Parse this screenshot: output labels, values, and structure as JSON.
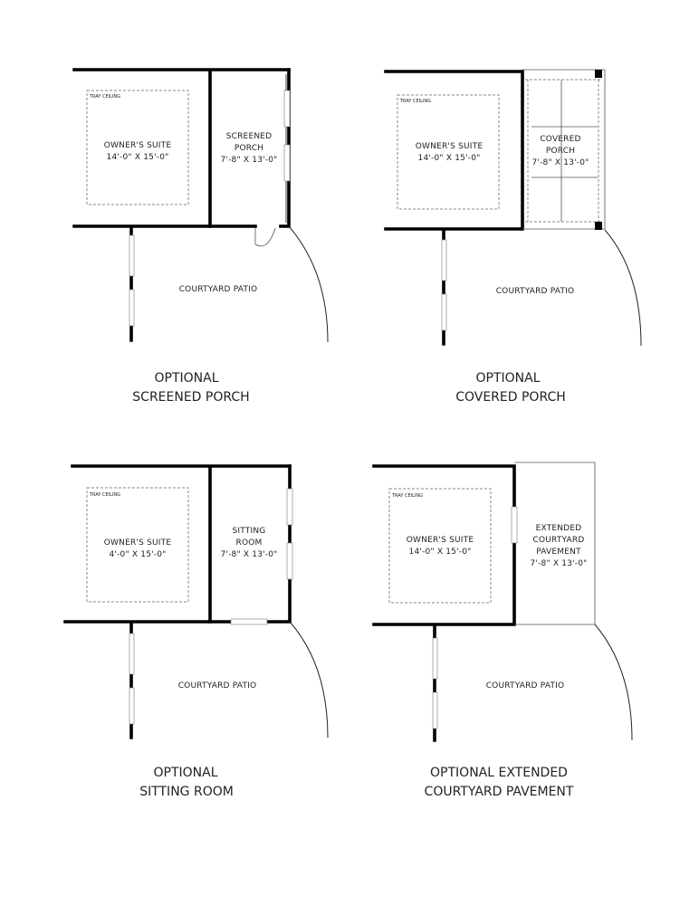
{
  "plans": [
    {
      "rooms": [
        {
          "tray": "TRAY CEILING",
          "lines": [
            "OWNER'S SUITE",
            "14'-0\" X 15'-0\""
          ]
        },
        {
          "lines": [
            "SCREENED",
            "PORCH",
            "7'-8\" X 13'-0\""
          ]
        },
        {
          "lines": [
            "COURTYARD PATIO"
          ]
        }
      ],
      "caption": [
        "OPTIONAL",
        "SCREENED PORCH"
      ]
    },
    {
      "rooms": [
        {
          "tray": "TRAY CEILING",
          "lines": [
            "OWNER'S SUITE",
            "14'-0\" X 15'-0\""
          ]
        },
        {
          "lines": [
            "COVERED",
            "PORCH",
            "7'-8\" X 13'-0\""
          ]
        },
        {
          "lines": [
            "COURTYARD PATIO"
          ]
        }
      ],
      "caption": [
        "OPTIONAL",
        "COVERED PORCH"
      ]
    },
    {
      "rooms": [
        {
          "tray": "TRAY CEILING",
          "lines": [
            "OWNER'S SUITE",
            "4'-0\" X 15'-0\""
          ]
        },
        {
          "lines": [
            "SITTING",
            "ROOM",
            "7'-8\" X 13'-0\""
          ]
        },
        {
          "lines": [
            "COURTYARD PATIO"
          ]
        }
      ],
      "caption": [
        "OPTIONAL",
        "SITTING ROOM"
      ]
    },
    {
      "rooms": [
        {
          "tray": "TRAY CEILING",
          "lines": [
            "OWNER'S SUITE",
            "14'-0\" X 15'-0\""
          ]
        },
        {
          "lines": [
            "EXTENDED",
            "COURTYARD",
            "PAVEMENT",
            "7'-8\" X 13'-0\""
          ]
        },
        {
          "lines": [
            "COURTYARD PATIO"
          ]
        }
      ],
      "caption": [
        "OPTIONAL EXTENDED",
        "COURTYARD PAVEMENT"
      ]
    }
  ]
}
